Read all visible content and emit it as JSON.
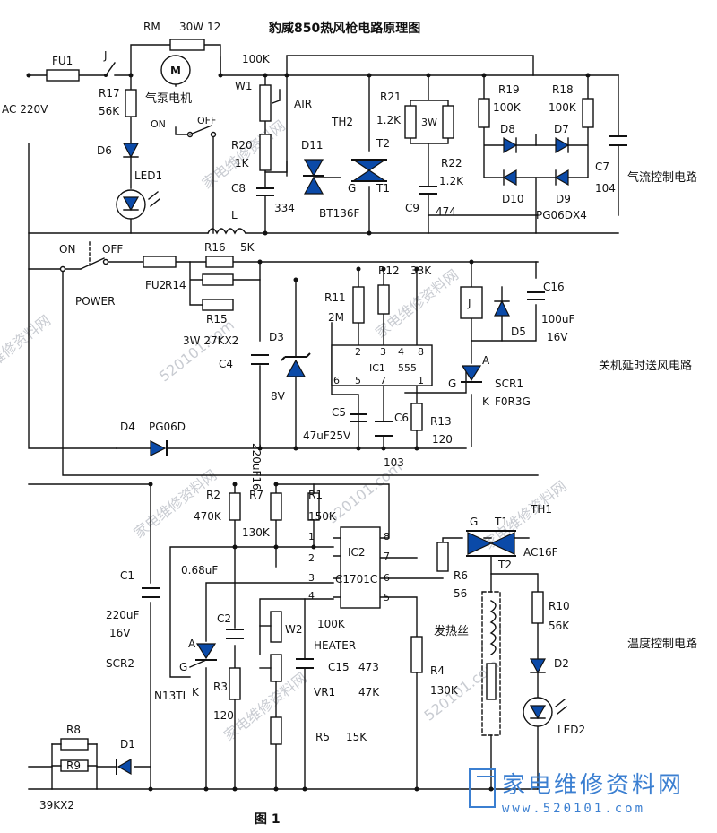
{
  "title": "豹威850热风枪电路原理图",
  "figure_label": "图 1",
  "sections": {
    "airflow": "气流控制电路",
    "delay": "关机延时送风电路",
    "temp": "温度控制电路"
  },
  "labels": {
    "ac": "AC 220V",
    "fu1": "FU1",
    "fu2": "FU2",
    "j": "J",
    "rm": "RM",
    "rm_val": "30W 12",
    "motor": "M",
    "motor_name": "气泵电机",
    "on1": "ON",
    "off1": "OFF",
    "r17": "R17",
    "r17_val": "56K",
    "d6": "D6",
    "led1": "LED1",
    "k100": "100K",
    "w1": "W1",
    "air": "AIR",
    "th2": "TH2",
    "r21": "R21",
    "r21_val": "1.2K",
    "w3": "3W",
    "r19": "R19",
    "r19_val": "100K",
    "r18": "R18",
    "r18_val": "100K",
    "d8": "D8",
    "d7": "D7",
    "r20": "R20",
    "r20_val": "1K",
    "d11": "D11",
    "t2a": "T2",
    "t1a": "T1",
    "ga": "G",
    "r22": "R22",
    "r22_val": "1.2K",
    "c7": "C7",
    "c7_val": "104",
    "c8": "C8",
    "c8_val": "334",
    "bt136": "BT136F",
    "c9": "C9",
    "c9_val": "474",
    "d10": "D10",
    "d9": "D9",
    "pg06dx4": "PG06DX4",
    "l": "L",
    "on2": "ON",
    "off2": "OFF",
    "r16": "R16",
    "r16_val": "5K",
    "r12": "R12",
    "r12_val": "33K",
    "power": "POWER",
    "r14": "R14",
    "r11": "R11",
    "r11_val": "2M",
    "c16": "C16",
    "c16_val": "100uF",
    "c16_v": "16V",
    "jbox": "J",
    "d5": "D5",
    "r15": "R15",
    "r15_val": "3W   27KX2",
    "d3": "D3",
    "c4": "C4",
    "d3_val": "8V",
    "ic1_name": "IC1",
    "ic1_part": "555",
    "pin2": "2",
    "pin3": "3",
    "pin4": "4",
    "pin8": "8",
    "pin6": "6",
    "pin5": "5",
    "pin7": "7",
    "pin1": "1",
    "c5": "C5",
    "c6": "C6",
    "c5_val": "47uF25V",
    "c6_val": "103",
    "r13": "R13",
    "r13_val": "120",
    "scr1_a": "A",
    "scr1_g": "G",
    "scr1_k": "K",
    "scr1": "SCR1",
    "scr1_part": "F0R3G",
    "d4": "D4",
    "d4_part": "PG06D",
    "c4_val": "220uF16",
    "r2": "R2",
    "r2_val": "470K",
    "r7": "R7",
    "r7_val": "130K",
    "r1": "R1",
    "r1_val": "150K",
    "c1": "C1",
    "c1_val": "220uF",
    "c1_v": "16V",
    "cap068": "0.68uF",
    "ic2_name": "IC2",
    "ic2_part": "C1701C",
    "ic2p1": "1",
    "ic2p2": "2",
    "ic2p3": "3",
    "ic2p4": "4",
    "ic2p5": "5",
    "ic2p6": "6",
    "ic2p7": "7",
    "ic2p8": "8",
    "c2": "C2",
    "w2": "W2",
    "w2_val": "100K",
    "heater": "HEATER",
    "c15": "C15",
    "c15_val": "473",
    "scr2": "SCR2",
    "scr2_a": "A",
    "scr2_g": "G",
    "scr2_k": "K",
    "n13tl": "N13TL",
    "r3": "R3",
    "r3_val": "120",
    "vr1": "VR1",
    "vr1_val": "47K",
    "r5": "R5",
    "r5_val": "15K",
    "r8": "R8",
    "r9": "R9",
    "r89_val": "39KX2",
    "d1": "D1",
    "gb": "G",
    "t1b": "T1",
    "th1": "TH1",
    "t2b": "T2",
    "ac16f": "AC16F",
    "r6": "R6",
    "r6_val": "56",
    "heating_wire": "发热丝",
    "r10": "R10",
    "r10_val": "56K",
    "d2": "D2",
    "led2": "LED2",
    "r4": "R4",
    "r4_val": "130K"
  },
  "watermark": "家电维修资料网",
  "watermark_url": "520101.com",
  "logo": {
    "text": "家电维修资料网",
    "url": "www.520101.com"
  },
  "colors": {
    "line": "#111111",
    "diode_fill": "#0b4aa8",
    "logo": "#3b7fd1",
    "watermark": "#c9ccd2"
  }
}
